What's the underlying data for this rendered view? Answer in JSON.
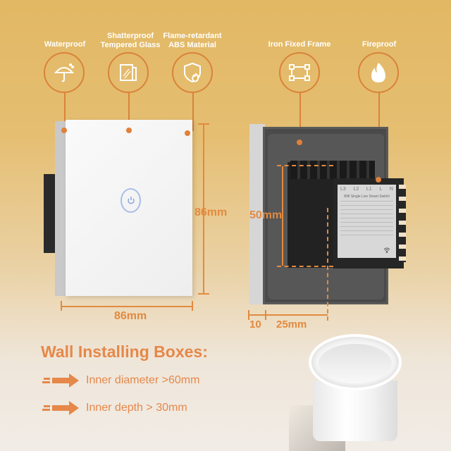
{
  "features": [
    {
      "label_line1": "Waterproof",
      "label_line2": "",
      "icon": "umbrella-icon"
    },
    {
      "label_line1": "Shatterproof",
      "label_line2": "Tempered Glass",
      "icon": "glass-panes-icon"
    },
    {
      "label_line1": "Flame-retardant",
      "label_line2": "ABS Material",
      "icon": "shield-flame-icon"
    },
    {
      "label_line1": "Iron Fixed Frame",
      "label_line2": "",
      "icon": "frame-corners-icon"
    },
    {
      "label_line1": "Fireproof",
      "label_line2": "",
      "icon": "flame-icon"
    }
  ],
  "dimensions": {
    "front_height": "86mm",
    "front_width": "86mm",
    "back_module_height": "50mm",
    "back_frame_depth": "10",
    "back_module_depth": "25mm"
  },
  "module_label": {
    "terminals": [
      "L3",
      "L2",
      "L1",
      "L",
      "N"
    ],
    "title": "Wifi Single Live Smart Switch"
  },
  "wall_boxes": {
    "title": "Wall Installing Boxes:",
    "items": [
      {
        "icon": "arrow-right-icon",
        "text": "Inner diameter >60mm"
      },
      {
        "icon": "arrow-right-icon",
        "text": "Inner depth > 30mm"
      }
    ]
  },
  "colors": {
    "accent": "#e28a3f",
    "top_bg": "#e2b864",
    "bottom_bg": "#f1ece6"
  }
}
